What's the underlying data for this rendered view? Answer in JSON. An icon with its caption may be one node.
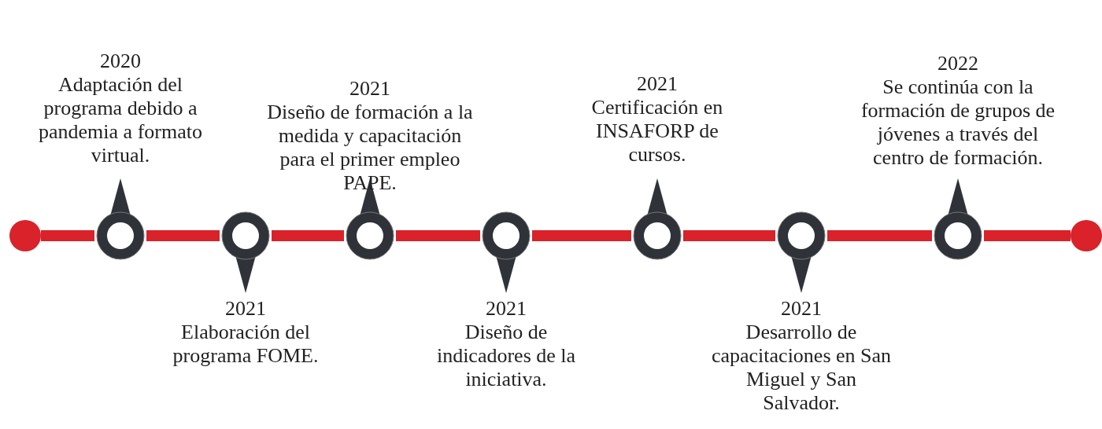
{
  "diagram": {
    "nodes": [
      {
        "text": [],
        "shape": "circle"
      },
      {
        "text": [],
        "shape": "pin",
        "beside": [
          "2020",
          "Adaptación del programa debido a pandemia a formato virtual."
        ]
      },
      {
        "text": [],
        "shape": "pin",
        "beside": [
          "2021",
          "Elaboración del programa FOME."
        ]
      },
      {
        "text": [],
        "shape": "pin",
        "beside": [
          "2021",
          "Diseño de formación a la medida y capacitación para el primer empleo PAPE."
        ]
      },
      {
        "text": [],
        "shape": "pin",
        "beside": [
          "2021",
          "Diseño de indicadores de la iniciativa."
        ]
      },
      {
        "text": [],
        "shape": "pin",
        "beside": [
          "2021",
          "Certificación en INSAFORP de cursos."
        ]
      },
      {
        "text": [],
        "shape": "pin",
        "beside": [
          "2021",
          "Desarrollo de capacitaciones en San Miguel y San Salvador."
        ]
      },
      {
        "text": [],
        "shape": "pin",
        "beside": [
          "2022",
          "Se continúa con la formación de grupos de jóvenes a través del centro de formación."
        ]
      },
      {
        "text": [],
        "shape": "circle"
      }
    ],
    "edges": [
      {
        "from": 0,
        "to": 1,
        "arrow": "none"
      },
      {
        "from": 1,
        "to": 2,
        "arrow": "none"
      },
      {
        "from": 2,
        "to": 3,
        "arrow": "none"
      },
      {
        "from": 3,
        "to": 4,
        "arrow": "none"
      },
      {
        "from": 4,
        "to": 5,
        "arrow": "none"
      },
      {
        "from": 5,
        "to": 6,
        "arrow": "none"
      },
      {
        "from": 6,
        "to": 7,
        "arrow": "none"
      },
      {
        "from": 7,
        "to": 8,
        "arrow": "none"
      }
    ]
  }
}
